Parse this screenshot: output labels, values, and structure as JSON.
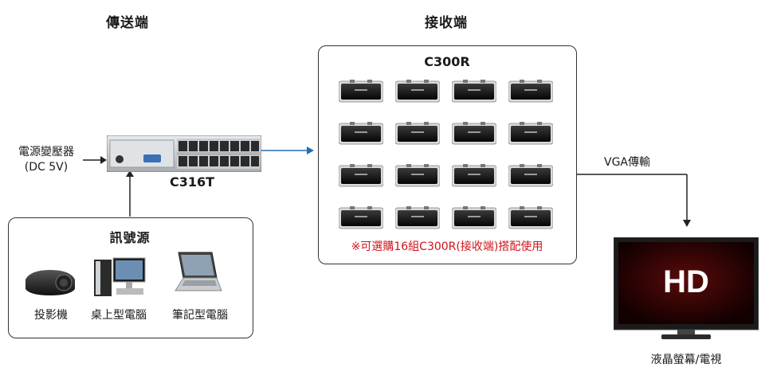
{
  "sender": {
    "title": "傳送端",
    "device_model": "C316T",
    "power_label": "電源變壓器",
    "power_spec": "(DC 5V)",
    "source_box": {
      "title": "訊號源",
      "items": [
        {
          "label": "投影機",
          "icon": "projector-icon"
        },
        {
          "label": "桌上型電腦",
          "icon": "desktop-computer-icon"
        },
        {
          "label": "筆記型電腦",
          "icon": "laptop-icon"
        }
      ]
    }
  },
  "receiver": {
    "title": "接收端",
    "model": "C300R",
    "units": 16,
    "note": "※可選購16組C300R(接收端)搭配使用"
  },
  "output": {
    "link_label": "VGA傳輸",
    "display_text": "HD",
    "display_label": "液晶螢幕/電視"
  },
  "colors": {
    "note_red": "#d0141b",
    "arrow_blue": "#1f6fb5",
    "box_border": "#333333"
  }
}
